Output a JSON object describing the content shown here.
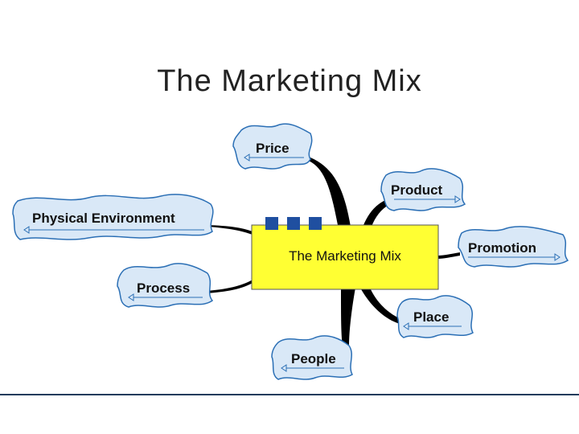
{
  "slide": {
    "title": "The Marketing Mix"
  },
  "diagram": {
    "center_label": "The Marketing Mix",
    "nodes": [
      {
        "id": "price",
        "label": "Price"
      },
      {
        "id": "product",
        "label": "Product"
      },
      {
        "id": "physical-environment",
        "label": "Physical Environment"
      },
      {
        "id": "promotion",
        "label": "Promotion"
      },
      {
        "id": "process",
        "label": "Process"
      },
      {
        "id": "place",
        "label": "Place"
      },
      {
        "id": "people",
        "label": "People"
      }
    ],
    "colors": {
      "center_fill": "#ffff33",
      "cloud_fill": "#d9e8f7",
      "cloud_stroke": "#2b6fb5",
      "connector": "#000000",
      "marker": "#1f4fa0"
    }
  }
}
